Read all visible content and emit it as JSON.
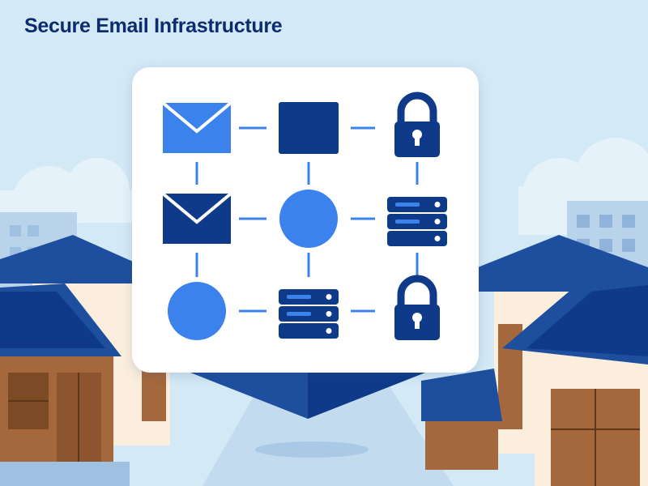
{
  "title": "Secure Email Infrastructure",
  "colors": {
    "title": "#0c2c6e",
    "navy": "#0f3a8a",
    "accent": "#3b82ec",
    "sky": "#d4e9f6",
    "roof": "#1d4f9e",
    "wood": "#a5683c",
    "wall": "#fbeedd",
    "connector": "#3b82ec",
    "card": "#ffffff"
  },
  "diagram": {
    "rows": 3,
    "cols": 3,
    "nodes": [
      {
        "id": "envelope-top",
        "icon": "envelope-icon",
        "color": "accent",
        "row": 0,
        "col": 0
      },
      {
        "id": "square-node",
        "icon": "square-node-icon",
        "color": "navy",
        "row": 0,
        "col": 1
      },
      {
        "id": "lock-top",
        "icon": "padlock-icon",
        "color": "navy",
        "row": 0,
        "col": 2
      },
      {
        "id": "envelope-middle",
        "icon": "envelope-icon",
        "color": "navy",
        "row": 1,
        "col": 0
      },
      {
        "id": "circle-middle",
        "icon": "circle-node-icon",
        "color": "accent",
        "row": 1,
        "col": 1
      },
      {
        "id": "server-middle",
        "icon": "server-icon",
        "color": "navy",
        "row": 1,
        "col": 2
      },
      {
        "id": "circle-bottom",
        "icon": "circle-node-icon",
        "color": "accent",
        "row": 2,
        "col": 0
      },
      {
        "id": "server-bottom",
        "icon": "server-icon",
        "color": "navy",
        "row": 2,
        "col": 1
      },
      {
        "id": "lock-bottom",
        "icon": "padlock-icon",
        "color": "navy",
        "row": 2,
        "col": 2
      }
    ],
    "connectors": [
      {
        "from": "envelope-top",
        "to": "square-node"
      },
      {
        "from": "square-node",
        "to": "lock-top"
      },
      {
        "from": "envelope-middle",
        "to": "circle-middle"
      },
      {
        "from": "circle-middle",
        "to": "server-middle"
      },
      {
        "from": "circle-bottom",
        "to": "server-bottom"
      },
      {
        "from": "server-bottom",
        "to": "lock-bottom"
      },
      {
        "from": "envelope-top",
        "to": "envelope-middle"
      },
      {
        "from": "envelope-middle",
        "to": "circle-bottom"
      },
      {
        "from": "square-node",
        "to": "circle-middle"
      },
      {
        "from": "circle-middle",
        "to": "server-bottom"
      },
      {
        "from": "lock-top",
        "to": "server-middle"
      },
      {
        "from": "server-middle",
        "to": "lock-bottom"
      }
    ]
  }
}
